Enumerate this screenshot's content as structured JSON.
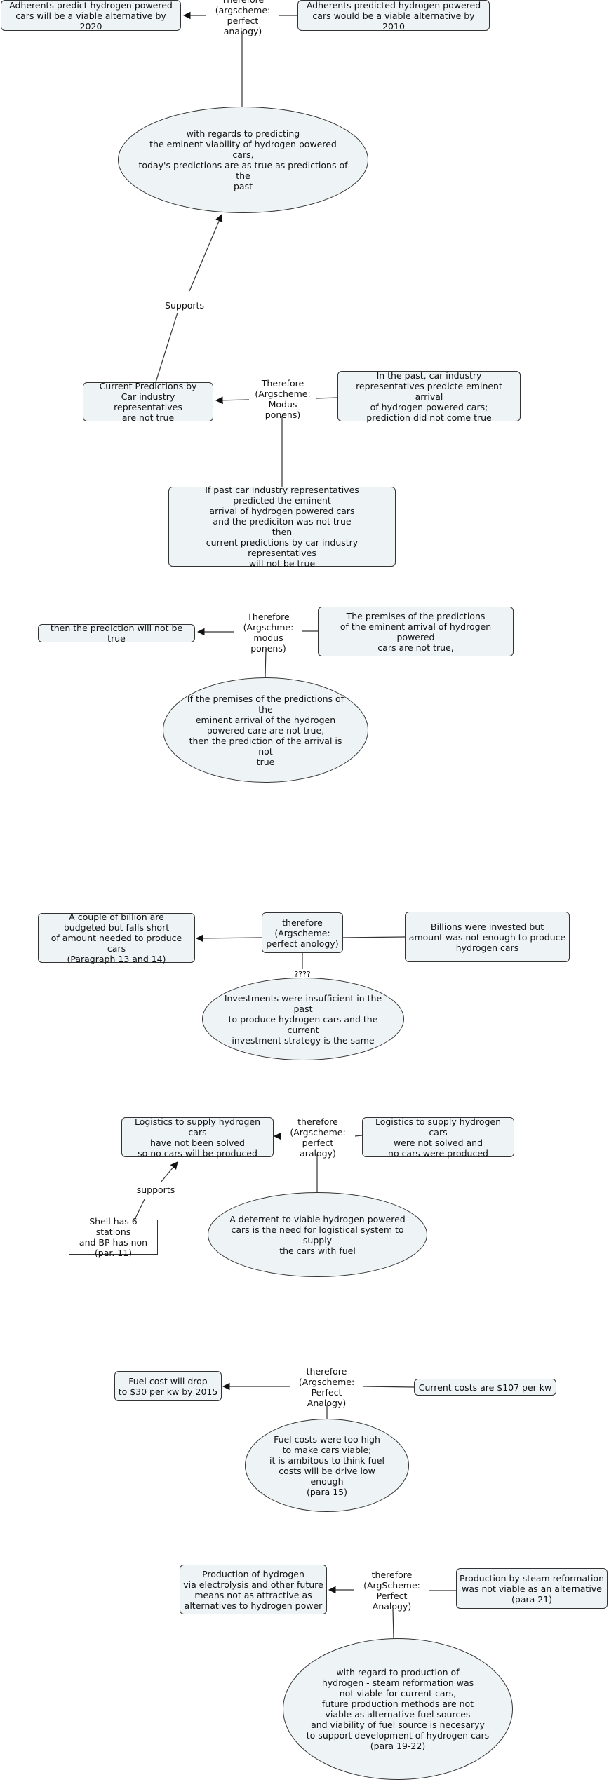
{
  "nodes": {
    "n1": "Adherents predict hydrogen powered\ncars will be a viable alternative by 2020",
    "n2": "Therefore\n(argscheme:\nperfect analogy)",
    "n3": "Adherents  predicted hydrogen powered\ncars would be a viable alternative by 2010",
    "n4": "with regards to predicting\nthe eminent viability of hydrogen powered cars,\ntoday's predictions are as true as predictions of the\npast",
    "n5": "Supports",
    "n6": "Current Predictions by\nCar industry representatives\nare not true",
    "n7": "Therefore\n(Argscheme:\nModus ponens)",
    "n8": "In the past, car industry\nrepresentatives predicte eminent arrival\nof hydrogen powered cars;\nprediction did not come true",
    "n9": "If past car industry representatives\npredicted the eminent\narrival of hydrogen powered cars\nand the prediciton was not true\nthen\ncurrent predictions by car industry representatives\nwill not be true",
    "n10": "then the prediction will not be true",
    "n11": "Therefore\n(Argschme:\nmodus ponens)",
    "n12": "The premises of the predictions\nof the eminent arrival of hydrogen powered\ncars are not true,",
    "n13": "If the premises of the predictions of the\neminent arrival of the hydrogen\npowered care are not true,\nthen the prediction of the arrival is not\ntrue",
    "n14": "A couple of billion are\nbudgeted but falls short\nof amount needed to produce cars\n(Paragraph 13 and 14)",
    "n15": "therefore\n(Argscheme:\nperfect anology)",
    "n16": "Billions were invested but\namount was not enough to produce\nhydrogen cars",
    "n17": "????",
    "n18": "Investments were insufficient in the past\nto produce hydrogen cars and the current\ninvestment strategy is the same",
    "n19": "Logistics to supply hydrogen cars\nhave not been solved\nso no cars will be produced",
    "n20": "therefore\n(Argscheme:\nperfect aralogy)",
    "n21": "Logistics to supply hydrogen cars\nwere not solved and\nno cars were produced",
    "n22": "supports",
    "n23": "Shell has 6 stations\nand BP has non\n(par. 11)",
    "n24": "A deterrent to viable hydrogen powered\ncars is the need for logistical system to supply\nthe cars with fuel",
    "n25": "Fuel cost will drop\nto $30 per kw by 2015",
    "n26": "therefore\n(Argscheme:\nPerfect Analogy)",
    "n27": "Current costs are $107 per kw",
    "n28": "Fuel costs were too high\nto make cars viable;\nit is ambitous to think fuel\ncosts will be drive low enough\n(para 15)",
    "n29": "Production of hydrogen\nvia electrolysis and other future\nmeans not as attractive as\nalternatives to hydrogen power",
    "n30": "therefore\n(ArgScheme:\nPerfect Analogy)",
    "n31": "Production by steam reformation\nwas not viable as an alternative\n(para 21)",
    "n32": "with regard to production of\nhydrogen - steam reformation was\nnot viable for current cars,\nfuture production methods are not\nviable as alternative fuel sources\nand viability of fuel source is necesaryy\nto support development of hydrogen cars\n(para 19-22)"
  },
  "colors": {
    "node_fill": "#eef4f5",
    "border": "#333333",
    "line": "#333333",
    "background": "#ffffff"
  }
}
